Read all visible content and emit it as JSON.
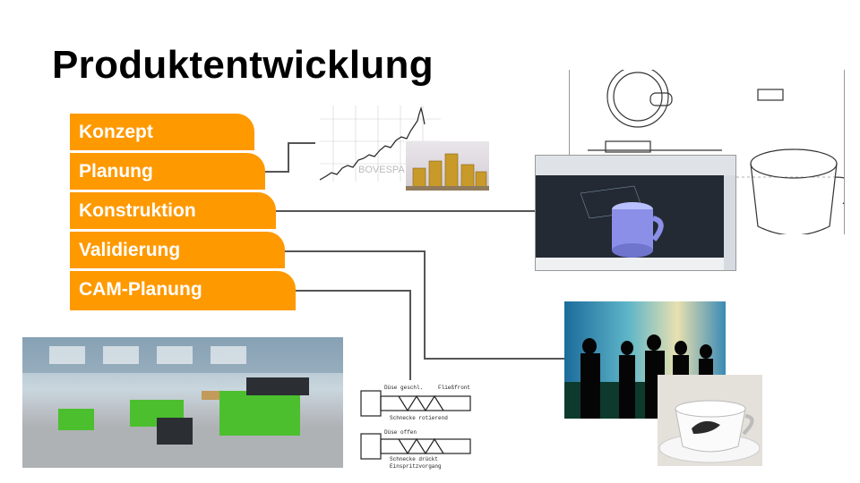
{
  "slide": {
    "title": "Produktentwicklung"
  },
  "phases": [
    {
      "label": "Konzept"
    },
    {
      "label": "Planung"
    },
    {
      "label": "Konstruktion"
    },
    {
      "label": "Validierung"
    },
    {
      "label": "CAM-Planung"
    }
  ],
  "images": {
    "stock_chart": {
      "watermark": "BOVESPA"
    },
    "injection_diagram": {
      "top_left": "Düse geschl.",
      "top_right": "Fließfront",
      "top_sub": "Schnecke rotierend",
      "bottom_left": "Düse offen",
      "bottom_sub": "Schnecke drückt",
      "bottom_sub2": "Einspritzvorgang"
    }
  },
  "colors": {
    "accent": "#ff9900",
    "connector": "#555555"
  }
}
